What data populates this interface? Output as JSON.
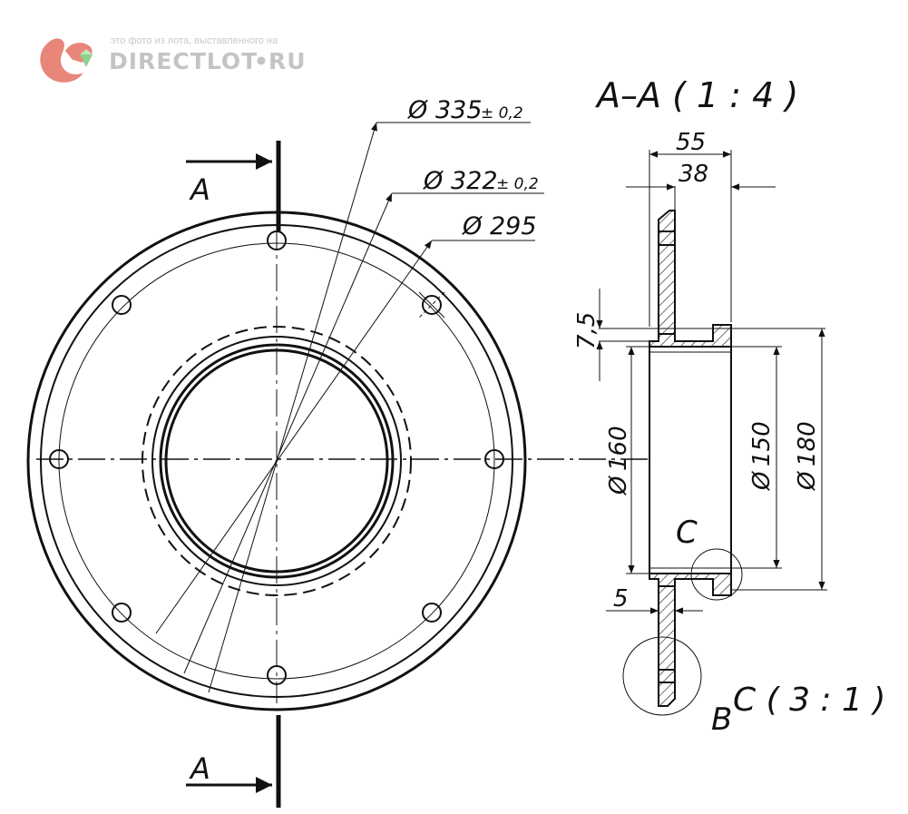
{
  "watermark": {
    "caption": "это фото из лота, выставленного на",
    "brand": "DIRECTLOT",
    "dot": "•",
    "brand_suffix": "RU"
  },
  "section_labels": {
    "top_arrow": "A",
    "bottom_arrow": "A",
    "section_title": "A–A ( 1 : 4 )",
    "detail_c_marker": "C",
    "detail_b_marker": "B",
    "detail_c_title": "C ( 3 : 1 )"
  },
  "dimensions": {
    "d335": "335",
    "d335_tol": "± 0,2",
    "d322": "322",
    "d322_tol": "± 0,2",
    "d295": "295",
    "w55": "55",
    "w38": "38",
    "h7_5": "7,5",
    "d160": "160",
    "d150": "150",
    "d180": "180",
    "w5": "5",
    "diameter_symbol": "Ø"
  },
  "colors": {
    "ink": "#111111",
    "watermark_red": "#e8867a",
    "watermark_green": "#8fd08a"
  }
}
